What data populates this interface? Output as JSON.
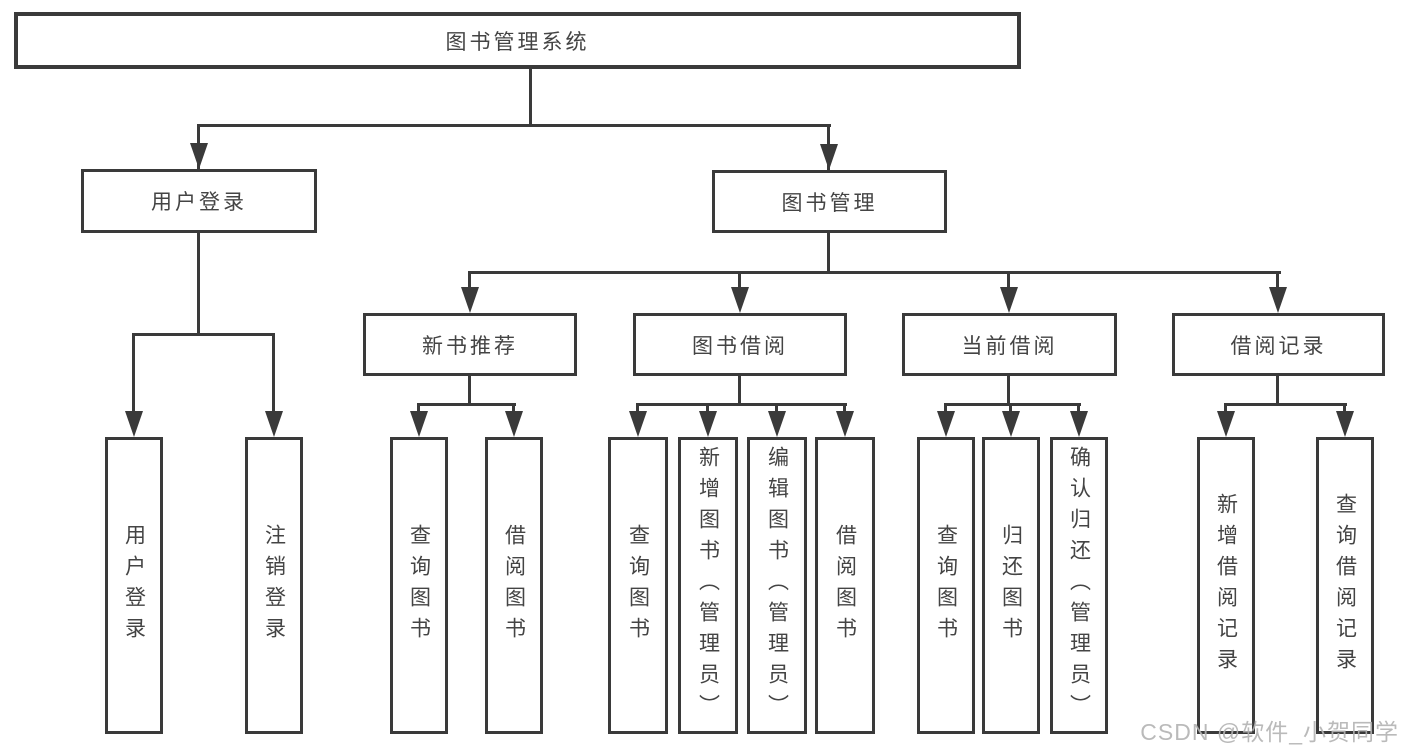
{
  "tree": {
    "label": "图书管理系统",
    "children": [
      {
        "label": "用户登录",
        "children": [
          {
            "label": "用户登录"
          },
          {
            "label": "注销登录"
          }
        ]
      },
      {
        "label": "图书管理",
        "children": [
          {
            "label": "新书推荐",
            "children": [
              {
                "label": "查询图书"
              },
              {
                "label": "借阅图书"
              }
            ]
          },
          {
            "label": "图书借阅",
            "children": [
              {
                "label": "查询图书"
              },
              {
                "label": "新增图书（管理员）"
              },
              {
                "label": "编辑图书（管理员）"
              },
              {
                "label": "借阅图书"
              }
            ]
          },
          {
            "label": "当前借阅",
            "children": [
              {
                "label": "查询图书"
              },
              {
                "label": "归还图书"
              },
              {
                "label": "确认归还（管理员）"
              }
            ]
          },
          {
            "label": "借阅记录",
            "children": [
              {
                "label": "新增借阅记录"
              },
              {
                "label": "查询借阅记录"
              }
            ]
          }
        ]
      }
    ]
  },
  "watermark": "CSDN @软件_小贺同学",
  "colors": {
    "line": "#3a3a3a",
    "text": "#444444",
    "background": "#ffffff",
    "watermark": "#b3b3b3"
  }
}
